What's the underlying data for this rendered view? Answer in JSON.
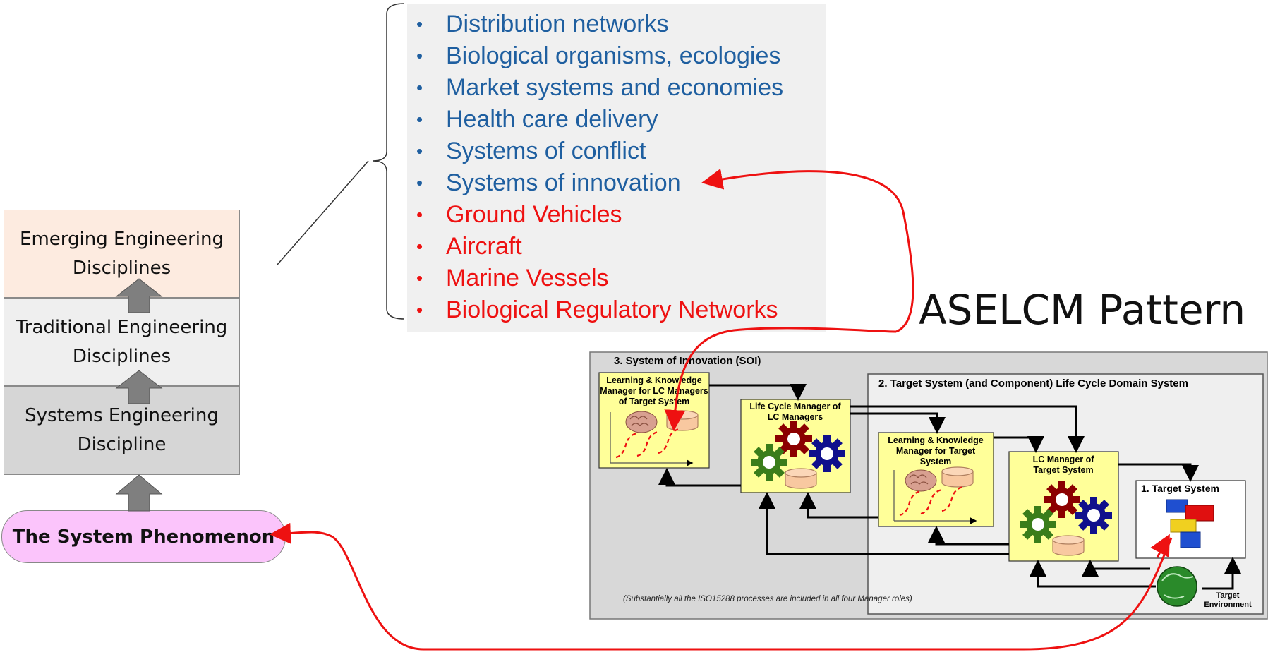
{
  "stack": {
    "emerging": [
      "Emerging Engineering",
      "Disciplines"
    ],
    "traditional": [
      "Traditional Engineering",
      "Disciplines"
    ],
    "systems_engineering": [
      "Systems Engineering",
      "Discipline"
    ],
    "phenomenon": "The System Phenomenon"
  },
  "list": {
    "bullet": "•",
    "items": [
      {
        "text": "Distribution networks",
        "color": "#1f5fa0"
      },
      {
        "text": "Biological organisms, ecologies",
        "color": "#1f5fa0"
      },
      {
        "text": "Market systems and economies",
        "color": "#1f5fa0"
      },
      {
        "text": "Health care delivery",
        "color": "#1f5fa0"
      },
      {
        "text": "Systems of conflict",
        "color": "#1f5fa0"
      },
      {
        "text": "Systems of innovation",
        "color": "#1f5fa0"
      },
      {
        "text": "Ground Vehicles",
        "color": "#ee1111"
      },
      {
        "text": "Aircraft",
        "color": "#ee1111"
      },
      {
        "text": "Marine Vessels",
        "color": "#ee1111"
      },
      {
        "text": "Biological Regulatory Networks",
        "color": "#ee1111"
      }
    ]
  },
  "aselcm_title": "ASELCM Pattern",
  "diagram": {
    "soi_title": "3.  System of Innovation (SOI)",
    "domain_title": "2.  Target System (and Component)  Life Cycle Domain System",
    "lk_lc_managers": [
      "Learning & Knowledge",
      "Manager for LC Managers",
      "of Target System"
    ],
    "lcm_of_lcm": [
      "Life Cycle Manager of",
      "LC Managers"
    ],
    "lk_target": [
      "Learning & Knowledge",
      "Manager for Target",
      "System"
    ],
    "lcm_target": [
      "LC Manager of",
      "Target System"
    ],
    "target_system": "1. Target System",
    "target_env": [
      "Target",
      "Environment"
    ],
    "note": "(Substantially all the ISO15288 processes are included in all four Manager roles)"
  },
  "colors": {
    "manager_box": "#ffff99",
    "red_arrow": "#ee1111",
    "blue_text": "#1f5fa0",
    "red_text": "#ee1111"
  }
}
